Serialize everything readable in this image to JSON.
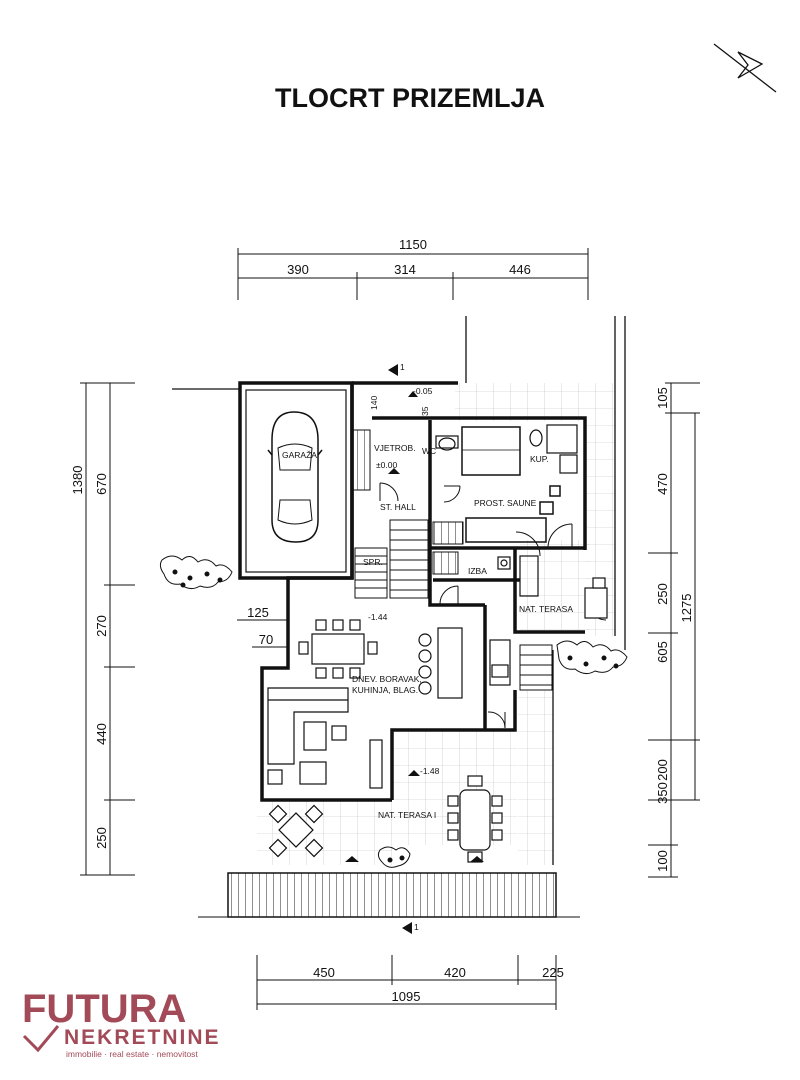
{
  "title": "TLOCRT PRIZEMLJA",
  "dimensions": {
    "top_total": "1150",
    "top_parts": [
      "390",
      "314",
      "446"
    ],
    "bottom_parts": [
      "450",
      "420",
      "225"
    ],
    "bottom_total": "1095",
    "left_total": "1380",
    "left_parts": [
      "670",
      "270",
      "440",
      "250"
    ],
    "left_inner": [
      "125",
      "70"
    ],
    "right_parts": [
      "105",
      "470",
      "250",
      "605",
      "200",
      "350",
      "100"
    ],
    "right_total": "1275",
    "level_inner_1": "140",
    "level_inner_2": "35"
  },
  "rooms": {
    "garage": "GARAŽA",
    "vestibule": "VJETROB.",
    "wc": "WC",
    "hall": "ST. HALL",
    "sauna": "PROST. SAUNE",
    "shower": "KUP.",
    "storage": "SPR.",
    "closet": "IZBA",
    "terrace_covered": "NAT. TERASA",
    "living_1": "DNEV. BORAVAK,",
    "living_2": "KUHINJA, BLAG.",
    "terrace_main": "NAT. TERASA I"
  },
  "levels": {
    "entry": "-0.05",
    "vestibule": "±0.00",
    "living": "-1.44",
    "terrace": "-1.48"
  },
  "section_markers": [
    "1",
    "1"
  ],
  "logo": {
    "main": "FUTURA",
    "sub": "NEKRETNINE",
    "tagline": "immobilie · real estate · nemovitost",
    "color": "#a24a57"
  }
}
